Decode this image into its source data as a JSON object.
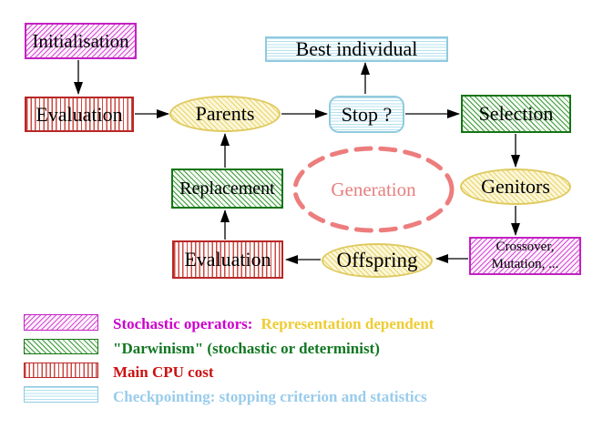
{
  "nodes": {
    "initialisation": {
      "label": "Initialisation"
    },
    "evaluation_top": {
      "label": "Evaluation"
    },
    "parents": {
      "label": "Parents"
    },
    "best_individual": {
      "label": "Best individual"
    },
    "stop": {
      "label": "Stop ?"
    },
    "selection": {
      "label": "Selection"
    },
    "genitors": {
      "label": "Genitors"
    },
    "crossover_mutation": {
      "line1": "Crossover,",
      "line2": "Mutation, ..."
    },
    "offspring": {
      "label": "Offspring"
    },
    "evaluation_bottom": {
      "label": "Evaluation"
    },
    "replacement": {
      "label": "Replacement"
    },
    "generation": {
      "label": "Generation"
    }
  },
  "edges": [
    {
      "from": "initialisation",
      "to": "evaluation_top"
    },
    {
      "from": "evaluation_top",
      "to": "parents"
    },
    {
      "from": "parents",
      "to": "stop"
    },
    {
      "from": "stop",
      "to": "best_individual"
    },
    {
      "from": "stop",
      "to": "selection"
    },
    {
      "from": "selection",
      "to": "genitors"
    },
    {
      "from": "genitors",
      "to": "crossover_mutation"
    },
    {
      "from": "crossover_mutation",
      "to": "offspring"
    },
    {
      "from": "offspring",
      "to": "evaluation_bottom"
    },
    {
      "from": "evaluation_bottom",
      "to": "replacement"
    },
    {
      "from": "replacement",
      "to": "parents"
    }
  ],
  "legend": {
    "items": [
      {
        "swatch": "magenta-diagonal-hatch",
        "text": "Stochastic operators:",
        "text2": "Representation dependent"
      },
      {
        "swatch": "green-diagonal-hatch",
        "text": "\"Darwinism\" (stochastic or determinist)"
      },
      {
        "swatch": "red-vertical-stripes",
        "text": "Main CPU cost"
      },
      {
        "swatch": "cyan-horizontal-stripes",
        "text": "Checkpointing: stopping criterion and statistics"
      }
    ]
  },
  "colors": {
    "magenta": "#cc00cc",
    "dark_green": "#117722",
    "red": "#cc1111",
    "light_blue": "#99cceb",
    "gold_yellow": "#eecc33",
    "pink_dashed": "#ed7d7d",
    "node_text": "#000000",
    "background": "#ffffff"
  }
}
